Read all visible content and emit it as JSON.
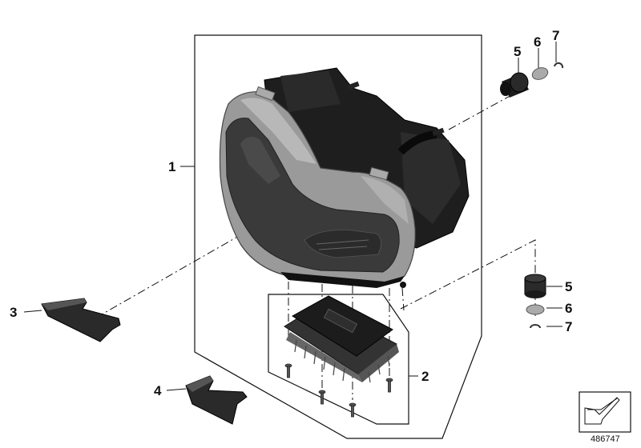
{
  "callouts": {
    "c1": "1",
    "c2": "2",
    "c3": "3",
    "c4": "4",
    "c5a": "5",
    "c6a": "6",
    "c7a": "7",
    "c5b": "5",
    "c6b": "6",
    "c7b": "7"
  },
  "diagram_id": "486747",
  "parts_icons": [
    "headlight-assembly",
    "control-unit",
    "screw",
    "bracket-cover",
    "rubber-mount",
    "washer",
    "circlip"
  ],
  "colors": {
    "line": "#111111",
    "housing_silver": "#9a9a9a",
    "lens_dark": "#3a3a3a",
    "body_black": "#1e1e1e"
  }
}
